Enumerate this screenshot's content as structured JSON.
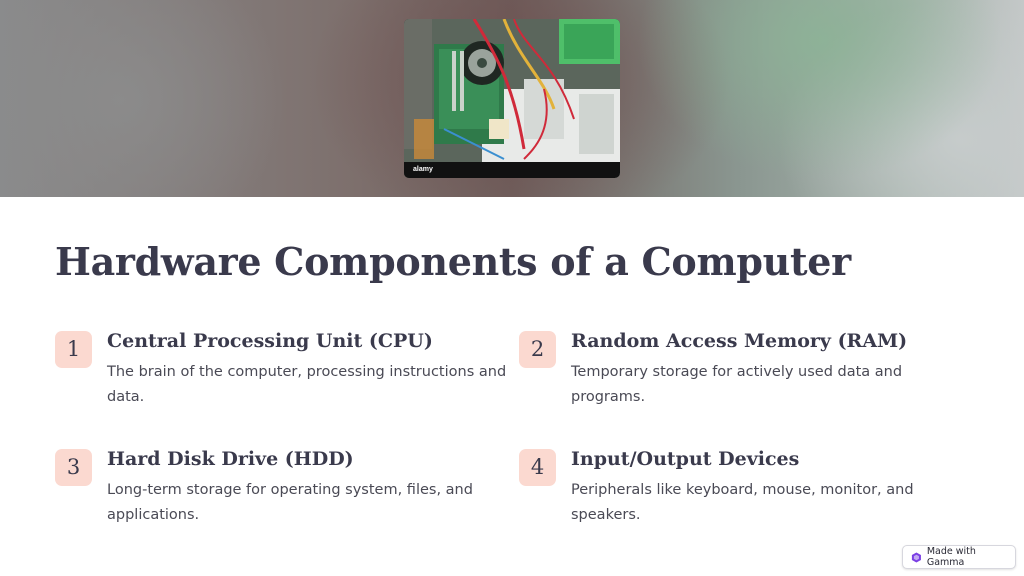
{
  "banner": {
    "image_icon": "computer-motherboard-photo",
    "photo_caption": {
      "brand": "alamy"
    }
  },
  "slide": {
    "title": "Hardware Components of a Computer",
    "items": [
      {
        "number": "1",
        "title": "Central Processing Unit (CPU)",
        "description": "The brain of the computer, processing instructions and data."
      },
      {
        "number": "2",
        "title": "Random Access Memory (RAM)",
        "description": "Temporary storage for actively used data and programs."
      },
      {
        "number": "3",
        "title": "Hard Disk Drive (HDD)",
        "description": "Long-term storage for operating system, files, and applications."
      },
      {
        "number": "4",
        "title": "Input/Output Devices",
        "description": "Peripherals like keyboard, mouse, monitor, and speakers."
      }
    ]
  },
  "footer": {
    "made_with_label": "Made with Gamma",
    "icon": "gamma-logo-icon"
  },
  "colors": {
    "badge_bg": "#fbd9d0",
    "title_text": "#3a3a4c",
    "body_text": "#4a4a55",
    "gamma_purple": "#7b3fe4"
  }
}
